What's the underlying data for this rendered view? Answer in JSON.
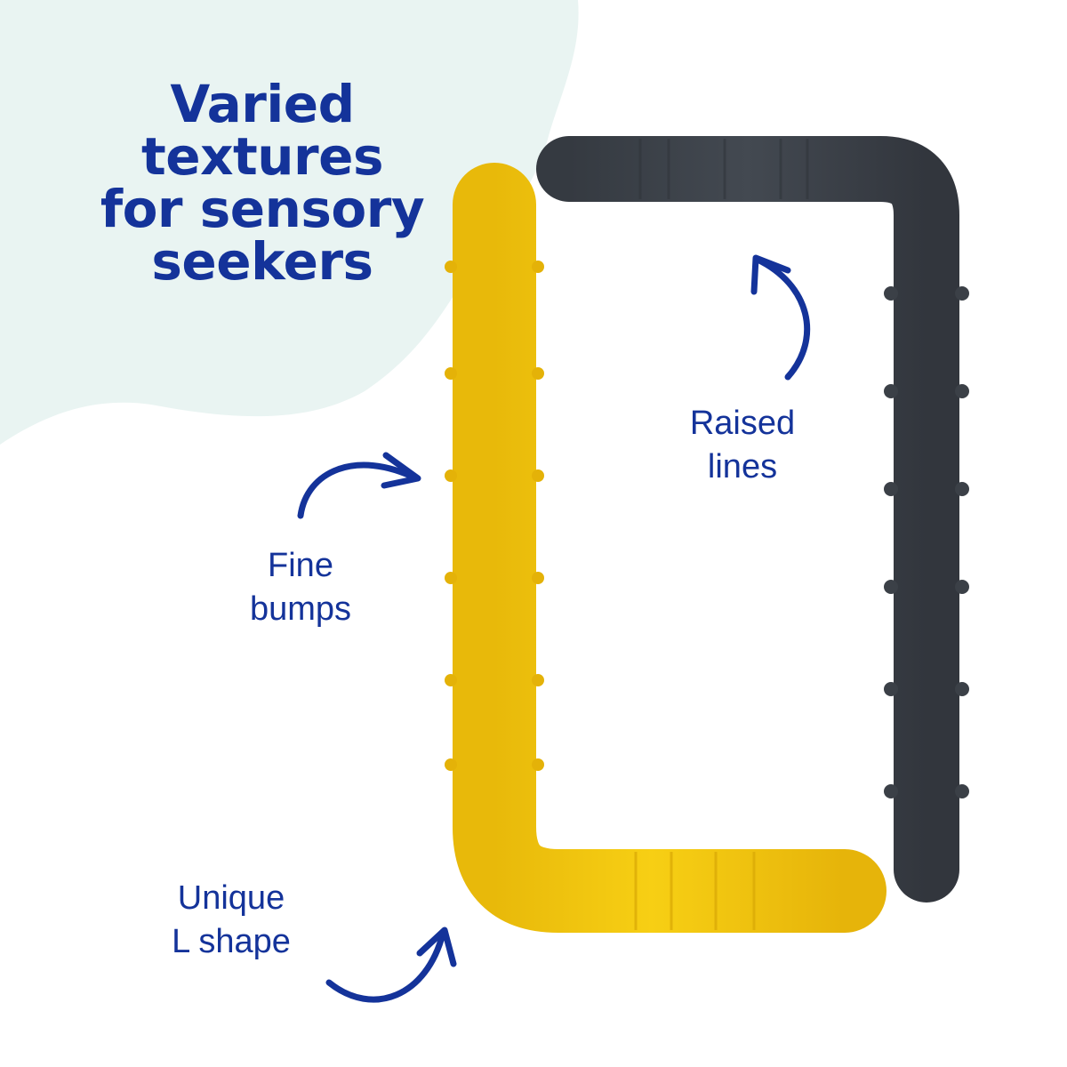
{
  "headline": {
    "lines": [
      "Varied",
      "textures",
      "for sensory",
      "seekers"
    ]
  },
  "callouts": {
    "raised_lines": {
      "lines": [
        "Raised",
        "lines"
      ],
      "arrow_icon": "curved-arrow-icon"
    },
    "fine_bumps": {
      "lines": [
        "Fine",
        "bumps"
      ],
      "arrow_icon": "curved-arrow-icon"
    },
    "l_shape": {
      "lines": [
        "Unique",
        "L shape"
      ],
      "arrow_icon": "curved-arrow-icon"
    }
  },
  "colors": {
    "text": "#14339a",
    "blob": "#e9f4f2",
    "yellow_chew": "#f5cb0f",
    "gray_chew": "#3d434b",
    "background": "#ffffff"
  }
}
